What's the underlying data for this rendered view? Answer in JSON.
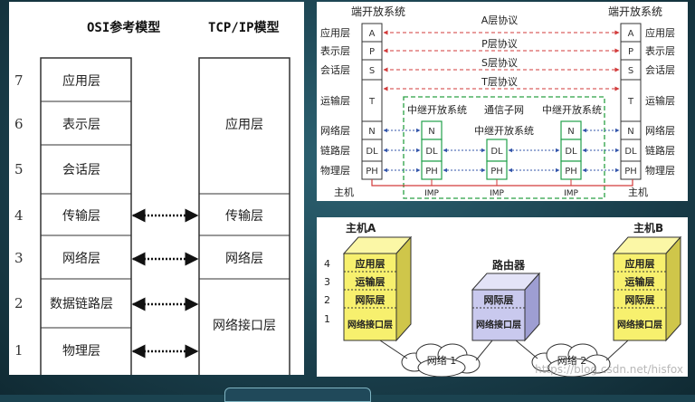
{
  "osi_panel": {
    "osi_title": "OSI参考模型",
    "tcp_title": "TCP/IP模型",
    "osi_layers": [
      {
        "num": "7",
        "name": "应用层"
      },
      {
        "num": "6",
        "name": "表示层"
      },
      {
        "num": "5",
        "name": "会话层"
      },
      {
        "num": "4",
        "name": "传输层"
      },
      {
        "num": "3",
        "name": "网络层"
      },
      {
        "num": "2",
        "name": "数据链路层"
      },
      {
        "num": "1",
        "name": "物理层"
      }
    ],
    "tcp_layers": [
      "应用层",
      "传输层",
      "网络层",
      "网络接口层"
    ]
  },
  "protocol_panel": {
    "end_system_left": "端开放系统",
    "end_system_right": "端开放系统",
    "layer_labels": [
      "应用层",
      "表示层",
      "会话层",
      "运输层",
      "网络层",
      "链路层",
      "物理层"
    ],
    "stack_letters": [
      "A",
      "P",
      "S",
      "T",
      "N",
      "DL",
      "PH"
    ],
    "protocols": [
      "A层协议",
      "P层协议",
      "S层协议",
      "T层协议"
    ],
    "relay_left": "中继开放系统",
    "relay_right": "中继开放系统",
    "comm_subnet": "通信子网",
    "relay_middle": "中继开放系统",
    "host_left": "主机",
    "host_right": "主机",
    "imp": "IMP"
  },
  "network_panel": {
    "host_a": "主机A",
    "host_b": "主机B",
    "router": "路由器",
    "layer_nums": [
      "4",
      "3",
      "2",
      "1"
    ],
    "host_layers": [
      "应用层",
      "运输层",
      "网际层",
      "网络接口层"
    ],
    "router_layers": [
      "网际层",
      "网络接口层"
    ],
    "network1": "网络 1",
    "network2": "网络 2",
    "watermark": "https://blog.csdn.net/hisfox"
  },
  "colors": {
    "host_box": "#f7f06e",
    "router_box": "#c9c9ee",
    "relay_box": "#21a04a",
    "protocol_line": "#d23a3a"
  }
}
